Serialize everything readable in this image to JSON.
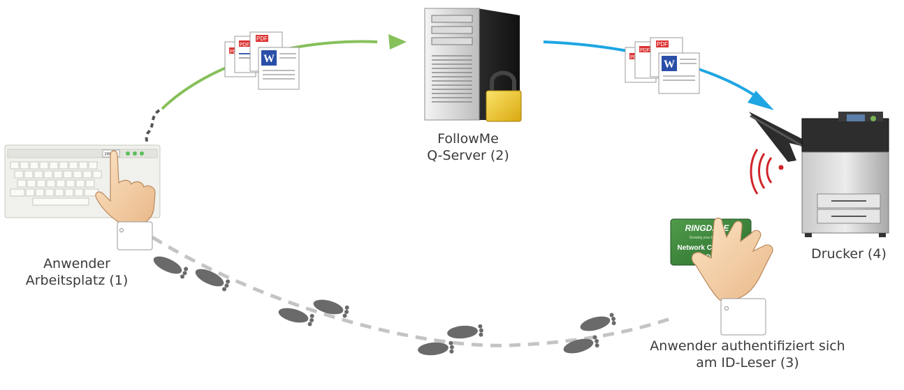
{
  "labels": {
    "workstation": [
      "Anwender",
      "Arbeitsplatz (1)"
    ],
    "server": [
      "FollowMe",
      "Q-Server (2)"
    ],
    "printer": "Drucker (4)",
    "reader": [
      "Anwender authentifiziert sich",
      "am ID-Leser (3)"
    ]
  },
  "card": {
    "brand": "RINGDALE",
    "tagline": "Growing your business",
    "text": "Network Card",
    "code": "D"
  },
  "document_badges": {
    "pdf": "PDF",
    "word": "W"
  },
  "keyboard": {
    "print_key": "PRINT"
  },
  "colors": {
    "arrow_green": "#86c05a",
    "arrow_blue": "#1ea6e3",
    "path_gray": "#c4c4c4",
    "footprint": "#6a6a6a",
    "lock_yellow": "#f2cf2a",
    "card_green": "#3e8a3e",
    "signal_red": "#d0242a",
    "label_text": "#3a3a3a"
  }
}
